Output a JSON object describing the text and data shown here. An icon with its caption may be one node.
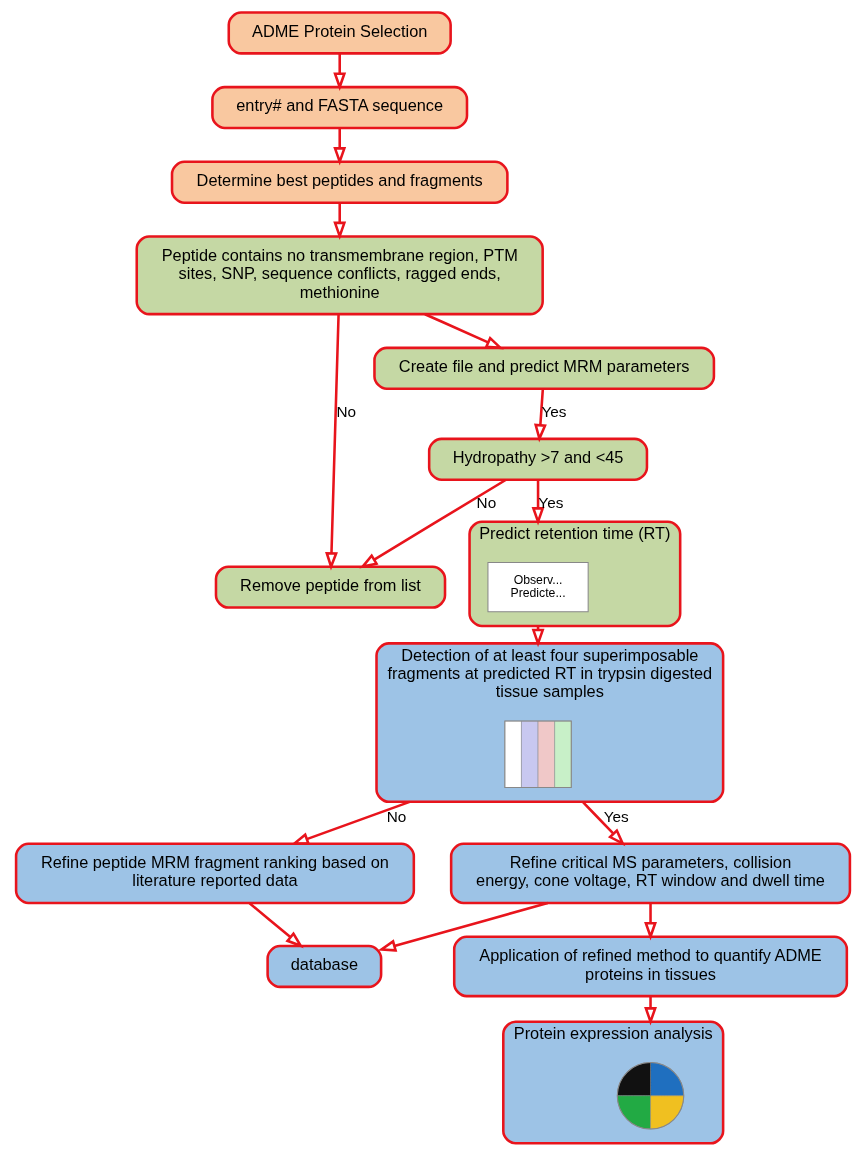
{
  "diagram": {
    "nodes": [
      {
        "text": [
          "ADME Protein Selection"
        ]
      },
      {
        "text": [
          "entry# and FASTA sequence"
        ]
      },
      {
        "text": [
          "Determine best peptides and fragments"
        ]
      },
      {
        "text": [
          "Peptide contains no transmembrane region, PTM sites, SNP, sequence conflicts, ragged ends, methionine"
        ]
      },
      {
        "text": [
          "Remove peptide from list"
        ]
      },
      {
        "text": [
          "Create file and predict MRM parameters"
        ]
      },
      {
        "text": [
          "Hydropathy >7 and <45"
        ]
      },
      {
        "text": [
          "Predict retention time (RT)"
        ]
      },
      {
        "text": [
          "Observ...",
          "Predicte..."
        ],
        "in": 7
      },
      {
        "text": [
          "Detection of at least four superimposable fragments at predicted RT in trypsin digested tissue samples"
        ]
      },
      {
        "text": [],
        "shape": "picture",
        "in": 9
      },
      {
        "text": [
          "Refine peptide MRM fragment ranking based on literature reported data"
        ]
      },
      {
        "text": [
          "Refine critical MS parameters, collision energy, cone voltage, RT window and dwell time"
        ]
      },
      {
        "text": [
          "database"
        ]
      },
      {
        "text": [
          "Application of refined method to quantify ADME proteins in tissues"
        ]
      },
      {
        "text": [
          "Protein expression analysis"
        ]
      },
      {
        "text": [],
        "shape": "picture",
        "in": 15
      }
    ],
    "edges": [
      {
        "from": 0,
        "to": 1,
        "arrow": "to"
      },
      {
        "from": 1,
        "to": 2,
        "arrow": "to"
      },
      {
        "from": 2,
        "to": 3,
        "arrow": "to"
      },
      {
        "from": 3,
        "to": 4,
        "arrow": "to",
        "label": "No"
      },
      {
        "from": 3,
        "to": 5,
        "arrow": "to"
      },
      {
        "from": 5,
        "to": 6,
        "arrow": "to",
        "label": "Yes"
      },
      {
        "from": 6,
        "to": 4,
        "arrow": "to",
        "label": "No"
      },
      {
        "from": 6,
        "to": 7,
        "arrow": "to",
        "label": "Yes"
      },
      {
        "from": 7,
        "to": 9,
        "arrow": "to"
      },
      {
        "from": 9,
        "to": 11,
        "arrow": "to",
        "label": "No"
      },
      {
        "from": 9,
        "to": 12,
        "arrow": "to",
        "label": "Yes"
      },
      {
        "from": 11,
        "to": 13,
        "arrow": "to"
      },
      {
        "from": 12,
        "to": 13,
        "arrow": "to"
      },
      {
        "from": 12,
        "to": 14,
        "arrow": "to"
      },
      {
        "from": 14,
        "to": 15,
        "arrow": "to"
      }
    ]
  }
}
